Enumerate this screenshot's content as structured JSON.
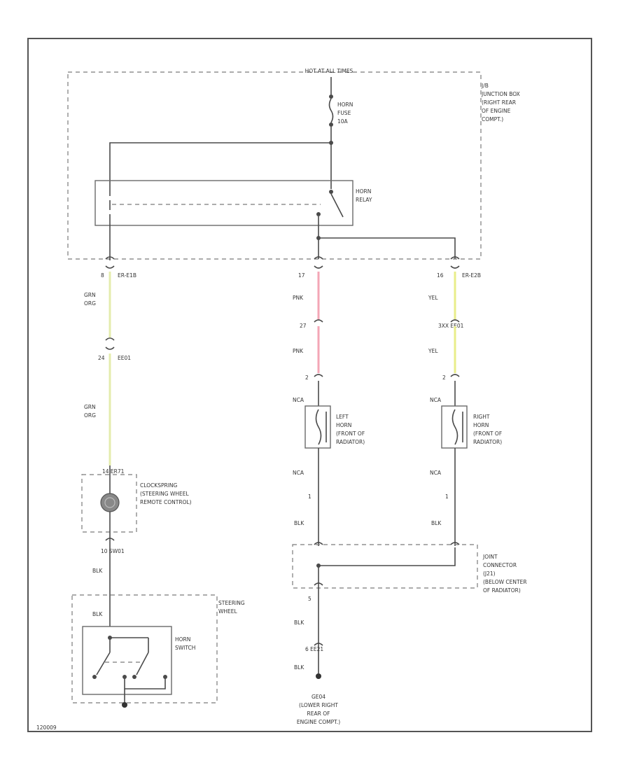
{
  "diagram": {
    "power_label": "HOT AT ALL TIMES",
    "junction_box": [
      "J/B",
      "JUNCTION BOX",
      "(RIGHT REAR",
      "OF ENGINE",
      "COMPT.)"
    ],
    "fuse": [
      "HORN",
      "FUSE",
      "10A"
    ],
    "relay": [
      "HORN",
      "RELAY"
    ],
    "conn_er_e1b": {
      "pin": "8",
      "name": "ER-E1B"
    },
    "conn_pin17": "17",
    "conn_er_e2b": {
      "pin": "16",
      "name": "ER-E2B"
    },
    "wire_left_top": [
      "GRN",
      "ORG"
    ],
    "conn_ee01": {
      "pin": "24",
      "name": "EE01"
    },
    "wire_left_bottom": [
      "GRN",
      "ORG"
    ],
    "conn_er71": "14 ER71",
    "clockspring": [
      "CLOCKSPRING",
      "(STEERING WHEEL",
      "REMOTE CONTROL)"
    ],
    "conn_sw1": "10 SW01",
    "wire_blk1": "BLK",
    "steering_wheel": [
      "STEERING",
      "WHEEL"
    ],
    "wire_blk2": "BLK",
    "horn_switch": [
      "HORN",
      "SWITCH"
    ],
    "wire_pnk1": "PNK",
    "conn_27": "27",
    "wire_pnk2": "PNK",
    "pin_2_left": "2",
    "wire_nca_l1": "NCA",
    "left_horn": [
      "LEFT",
      "HORN",
      "(FRONT OF",
      "RADIATOR)"
    ],
    "wire_nca_l2": "NCA",
    "pin_1_left": "1",
    "wire_blk_l": "BLK",
    "wire_yel1": "YEL",
    "conn_3xx": "3XX EE01",
    "wire_yel2": "YEL",
    "pin_2_right": "2",
    "wire_nca_r1": "NCA",
    "right_horn": [
      "RIGHT",
      "HORN",
      "(FRONT OF",
      "RADIATOR)"
    ],
    "wire_nca_r2": "NCA",
    "pin_1_right": "1",
    "wire_blk_r": "BLK",
    "joint_connector": [
      "JOINT",
      "CONNECTOR",
      "(J21)",
      "(BELOW CENTER",
      "OF RADIATOR)"
    ],
    "pin_5": "5",
    "wire_blk3": "BLK",
    "conn_ee21": "6 EE21",
    "wire_blk4": "BLK",
    "ground": [
      "GE04",
      "(LOWER RIGHT",
      "REAR OF",
      "ENGINE COMPT.)"
    ],
    "code": "120009"
  },
  "colors": {
    "wire_pink": "#f4a6b6",
    "wire_yellow": "#e8ed8a",
    "wire_green_org": "#e4ecad",
    "line": "#4a4a4a"
  }
}
